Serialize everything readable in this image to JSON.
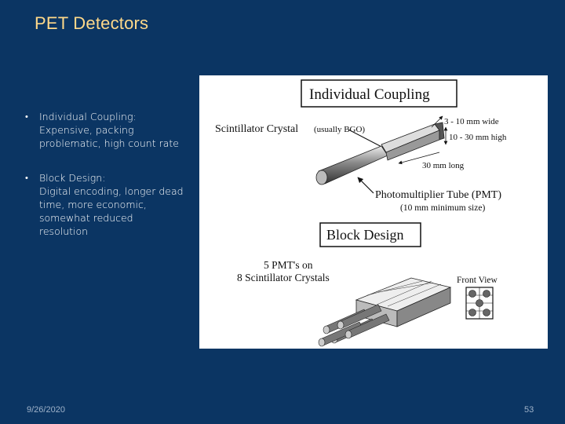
{
  "slide": {
    "title": "PET Detectors",
    "bullets": [
      {
        "lines": [
          "Individual Coupling:",
          "Expensive, packing",
          "problematic, high count rate"
        ]
      },
      {
        "lines": [
          "Block Design:",
          "Digital encoding, longer dead",
          "time, more economic,",
          "somewhat reduced",
          "resolution"
        ]
      }
    ],
    "footer": {
      "date": "9/26/2020",
      "page": "53"
    }
  },
  "figure": {
    "individual_heading": "Individual Coupling",
    "crystal_label": "Scintillator Crystal",
    "crystal_note": "(usually BGO)",
    "width_label": "3 - 10 mm wide",
    "height_label": "10 - 30 mm high",
    "length_label": "30 mm long",
    "pmt_label": "Photomultiplier Tube (PMT)",
    "pmt_note": "(10 mm minimum size)",
    "block_heading": "Block Design",
    "block_line1": "5 PMT's on",
    "block_line2": "8 Scintillator Crystals",
    "front_view_label": "Front View"
  }
}
